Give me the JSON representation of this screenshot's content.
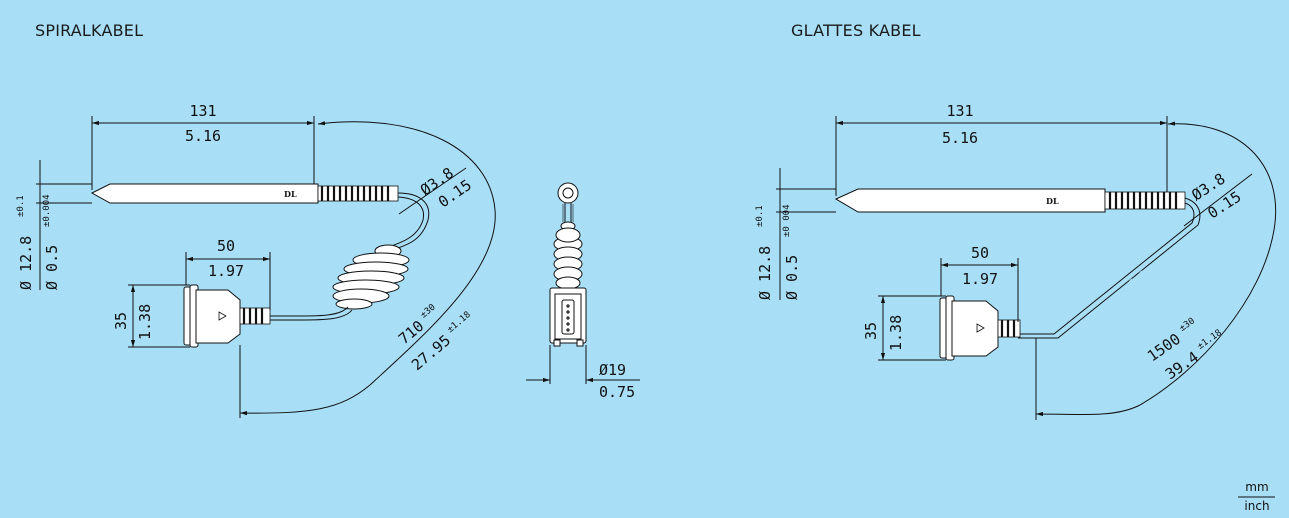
{
  "sections": {
    "left_title": "SPIRALKABEL",
    "right_title": "GLATTES KABEL"
  },
  "left": {
    "length_mm": "131",
    "length_in": "5.16",
    "dia_mm": "Ø 12.8",
    "dia_mm_tol": "±0.1",
    "dia_in": "Ø 0.5",
    "dia_in_tol": "±0.004",
    "cable_dia_mm": "Ø3.8",
    "cable_dia_in": "0.15",
    "conn_w_mm": "50",
    "conn_w_in": "1.97",
    "conn_h_mm": "35",
    "conn_h_in": "1.38",
    "cable_len_mm": "710",
    "cable_len_mm_tol": "±30",
    "cable_len_in": "27.95",
    "cable_len_in_tol": "±1.18",
    "logo": "DL"
  },
  "middle": {
    "dia_mm": "Ø19",
    "dia_in": "0.75"
  },
  "right": {
    "length_mm": "131",
    "length_in": "5.16",
    "dia_mm": "Ø 12.8",
    "dia_mm_tol": "±0.1",
    "dia_in": "Ø 0.5",
    "dia_in_tol": "±0 004",
    "cable_dia_mm": "Ø3.8",
    "cable_dia_in": "0.15",
    "conn_w_mm": "50",
    "conn_w_in": "1.97",
    "conn_h_mm": "35",
    "conn_h_in": "1.38",
    "cable_len_mm": "1500",
    "cable_len_mm_tol": "±30",
    "cable_len_in": "39.4",
    "cable_len_in_tol": "±1.18",
    "logo": "DL"
  },
  "units": {
    "top": "mm",
    "bottom": "inch"
  },
  "colors": {
    "background": "#a8dff7",
    "line": "#111111"
  }
}
